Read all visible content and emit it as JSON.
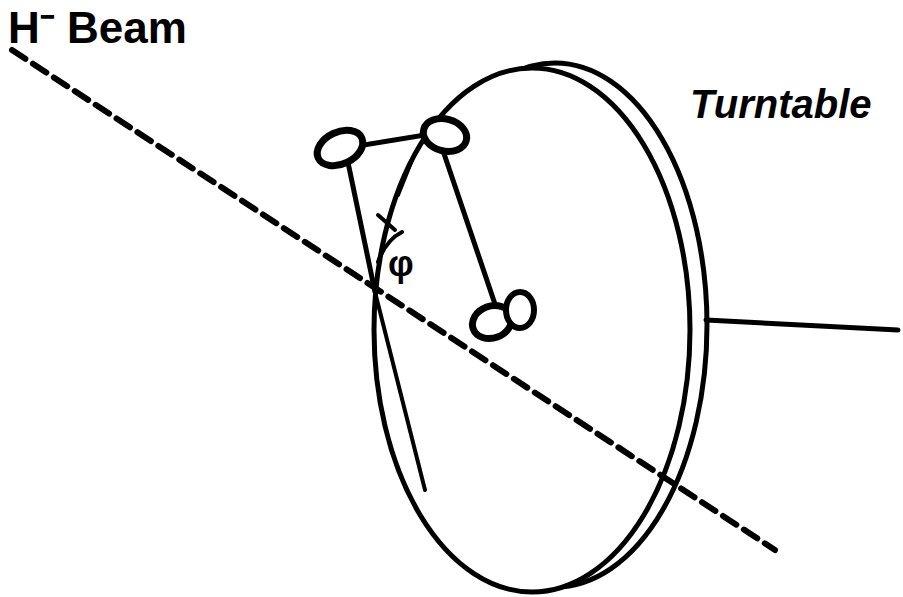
{
  "diagram": {
    "labels": [
      "H⁻ Beam",
      "Turntable",
      "φ"
    ]
  }
}
